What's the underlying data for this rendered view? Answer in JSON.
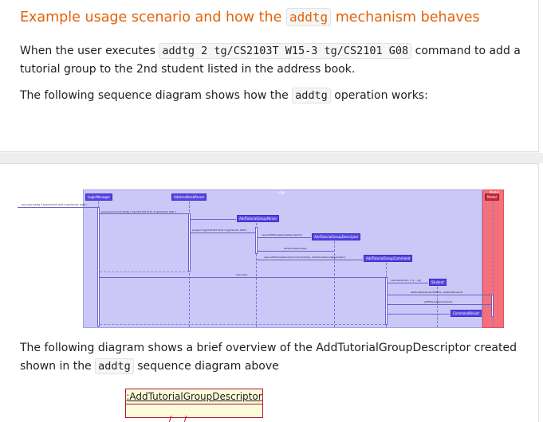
{
  "section": {
    "heading_prefix": "Example usage scenario and how the",
    "heading_code": "addtg",
    "heading_suffix": "mechanism behaves"
  },
  "paragraph1": {
    "prefix": "When the user executes",
    "command": "addtg 2 tg/CS2103T W15-3 tg/CS2101 G08",
    "suffix": "command to add a tutorial group to the 2nd student listed in the address book."
  },
  "paragraph2": {
    "prefix": "The following sequence diagram shows how the",
    "code": "addtg",
    "suffix": "operation works:"
  },
  "sequence_diagram": {
    "frames": {
      "logic": "Logic",
      "model": "Model"
    },
    "participants": {
      "logic_manager": "LogicManager",
      "address_book_parser": "AddressBookParser",
      "add_tutorial_group_parser": "AddTutorialGroupParser",
      "add_tutorial_group_descriptor": "AddTutorialGroupDescriptor",
      "add_tutorial_group_command": "AddTutorialGroupCommand",
      "student": "Student",
      "command_result": "CommandResult",
      "model": "Model"
    },
    "messages": {
      "execute": "execute(\"addtg 2 tg/CS2103T W15-3 tg/CS2101 G08\")",
      "parse_command": "parseCommand(\"addtg 2 tg/CS2103T W15-3 tg/CS2101 G08\")",
      "parse": "parse(\"2 tg/CS2103T W15-3 tg/CS2101 G08\")",
      "new_descriptor": "new AddTutorialGroupDescriptor()",
      "set_tutorial_groups": "setTutorialGroups()",
      "new_command": "new AddTutorialGroupCommand(index, addTutorialGroupDescriptor)",
      "execute_command": "execute()",
      "new_student": "new Student(n, t, q, ...tg)",
      "set_student": "setStudent(studentToEdit, updatedStudent)",
      "get_filtered": "getFilteredStudentList()"
    }
  },
  "paragraph3": {
    "text": "The following diagram shows a brief overview of the AddTutorialGroupDescriptor created shown in the",
    "code": "addtg",
    "suffix": "sequence diagram above"
  },
  "object_diagram": {
    "title": ":AddTutorialGroupDescriptor"
  }
}
